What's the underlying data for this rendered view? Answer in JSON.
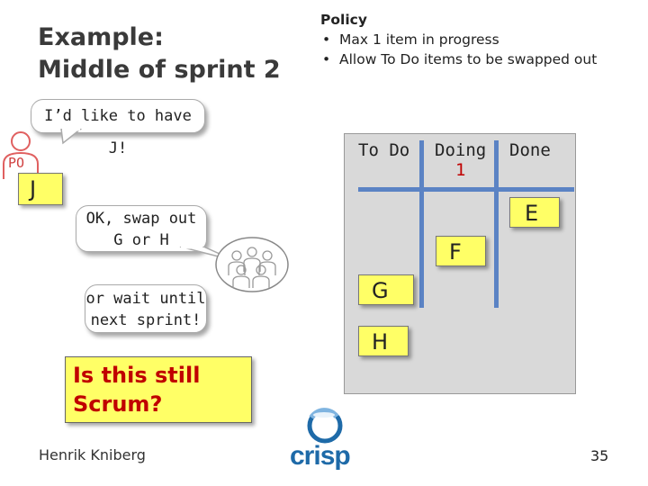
{
  "slide": {
    "title_line1": "Example:",
    "title_line2": "Middle of sprint 2",
    "policy": {
      "heading": "Policy",
      "items": [
        "Max 1 item in progress",
        "Allow To Do items to be swapped out"
      ]
    },
    "po_bubble": "I’d like to have J!",
    "po_label": "PO",
    "j_note": "J",
    "team_bubble1_line1": "OK, swap out",
    "team_bubble1_line2": "G or H",
    "team_bubble2_line1": "or wait until",
    "team_bubble2_line2": "next sprint!",
    "question_line1": "Is this still",
    "question_line2": "Scrum?",
    "author": "Henrik Kniberg",
    "logo_text": "crisp",
    "page_number": "35"
  },
  "board": {
    "columns": [
      {
        "label": "To Do"
      },
      {
        "label": "Doing",
        "limit": "1"
      },
      {
        "label": "Done"
      }
    ],
    "notes": [
      "E",
      "F",
      "G",
      "H"
    ]
  },
  "colors": {
    "note_yellow": "#ffff66",
    "board_line_blue": "#5b83c4",
    "question_red": "#c00000",
    "po_red": "#e06060",
    "logo_blue": "#1e6aa8"
  }
}
